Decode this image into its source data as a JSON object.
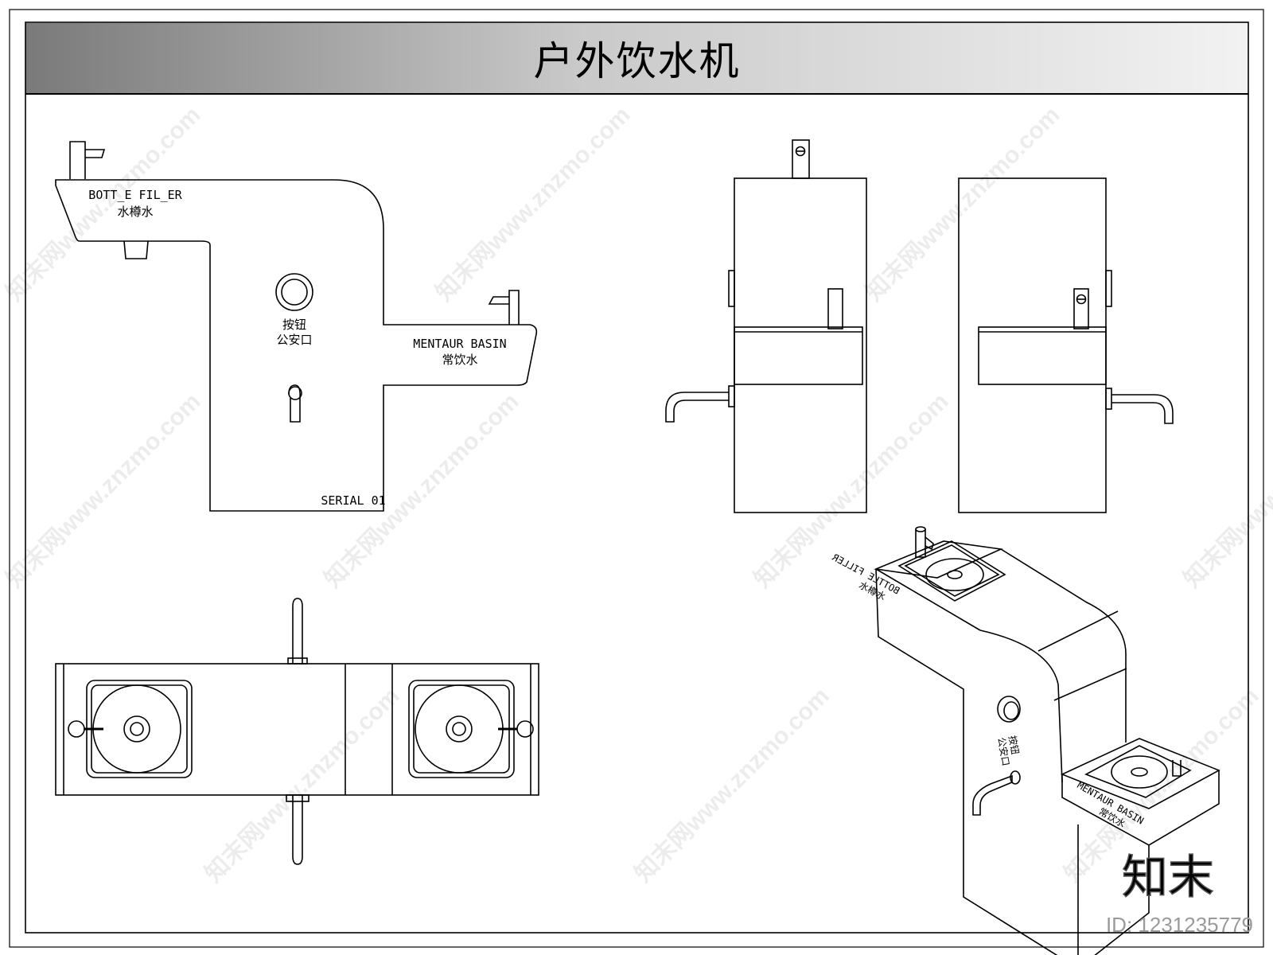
{
  "title": "户外饮水机",
  "front_view": {
    "bottle_filler_en": "BOTT_E FIL_ER",
    "bottle_filler_cn": "水樽水",
    "button_cn_1": "按钮",
    "button_cn_2": "公安口",
    "basin_en": "MENTAUR BASIN",
    "basin_cn": "常饮水",
    "serial": "SERIAL 01"
  },
  "iso_view": {
    "bottle_filler_en": "BOTTLE FILLER",
    "bottle_filler_cn": "水樽水",
    "button_cn_1": "按钮",
    "button_cn_2": "公安口",
    "basin_en": "MENTAUR BASIN",
    "basin_cn": "常饮水"
  },
  "watermark": {
    "text": "知末网www.znzmo.com",
    "logo": "知末",
    "id": "ID: 1231235779"
  }
}
